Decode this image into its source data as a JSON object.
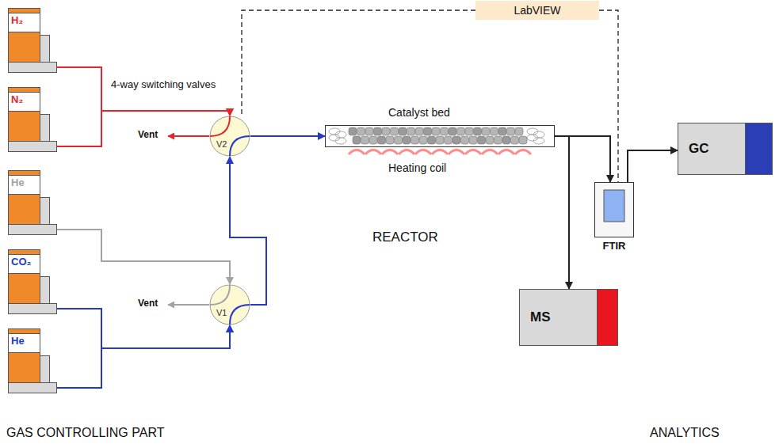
{
  "diagram": {
    "nodes": [
      {
        "text": [
          "H₂"
        ]
      },
      {
        "text": [
          "N₂"
        ]
      },
      {
        "text": [
          "He"
        ]
      },
      {
        "text": [
          "CO₂"
        ]
      },
      {
        "text": [
          "He"
        ]
      },
      {
        "text": [
          "LabVIEW"
        ]
      },
      {
        "text": [
          "V2"
        ]
      },
      {
        "text": [
          "V1"
        ]
      },
      {
        "text": [
          "Catalyst bed",
          "Heating coil"
        ]
      },
      {
        "text": [
          "FTIR"
        ]
      },
      {
        "text": [
          "GC"
        ]
      },
      {
        "text": [
          "MS"
        ]
      }
    ],
    "edges": [
      {
        "from": 0,
        "to": 6,
        "arrow": "to"
      },
      {
        "from": 1,
        "to": 6,
        "arrow": "to"
      },
      {
        "from": 2,
        "to": 7,
        "arrow": "to"
      },
      {
        "from": 3,
        "to": 7,
        "arrow": "to"
      },
      {
        "from": 4,
        "to": 7,
        "arrow": "to"
      },
      {
        "from": 7,
        "to": 6,
        "arrow": "to"
      },
      {
        "from": 6,
        "to": 8,
        "arrow": "to"
      },
      {
        "from": 8,
        "to": 9,
        "arrow": "to"
      },
      {
        "from": 8,
        "to": 11,
        "arrow": "to"
      },
      {
        "from": 9,
        "to": 10,
        "arrow": "to"
      },
      {
        "from": 5,
        "to": 6,
        "arrow": "none"
      },
      {
        "from": 5,
        "to": 9,
        "arrow": "none"
      }
    ],
    "labels": [
      "4-way switching valves",
      "Vent",
      "Vent",
      "REACTOR",
      "GAS CONTROLLING PART",
      "ANALYTICS"
    ]
  }
}
